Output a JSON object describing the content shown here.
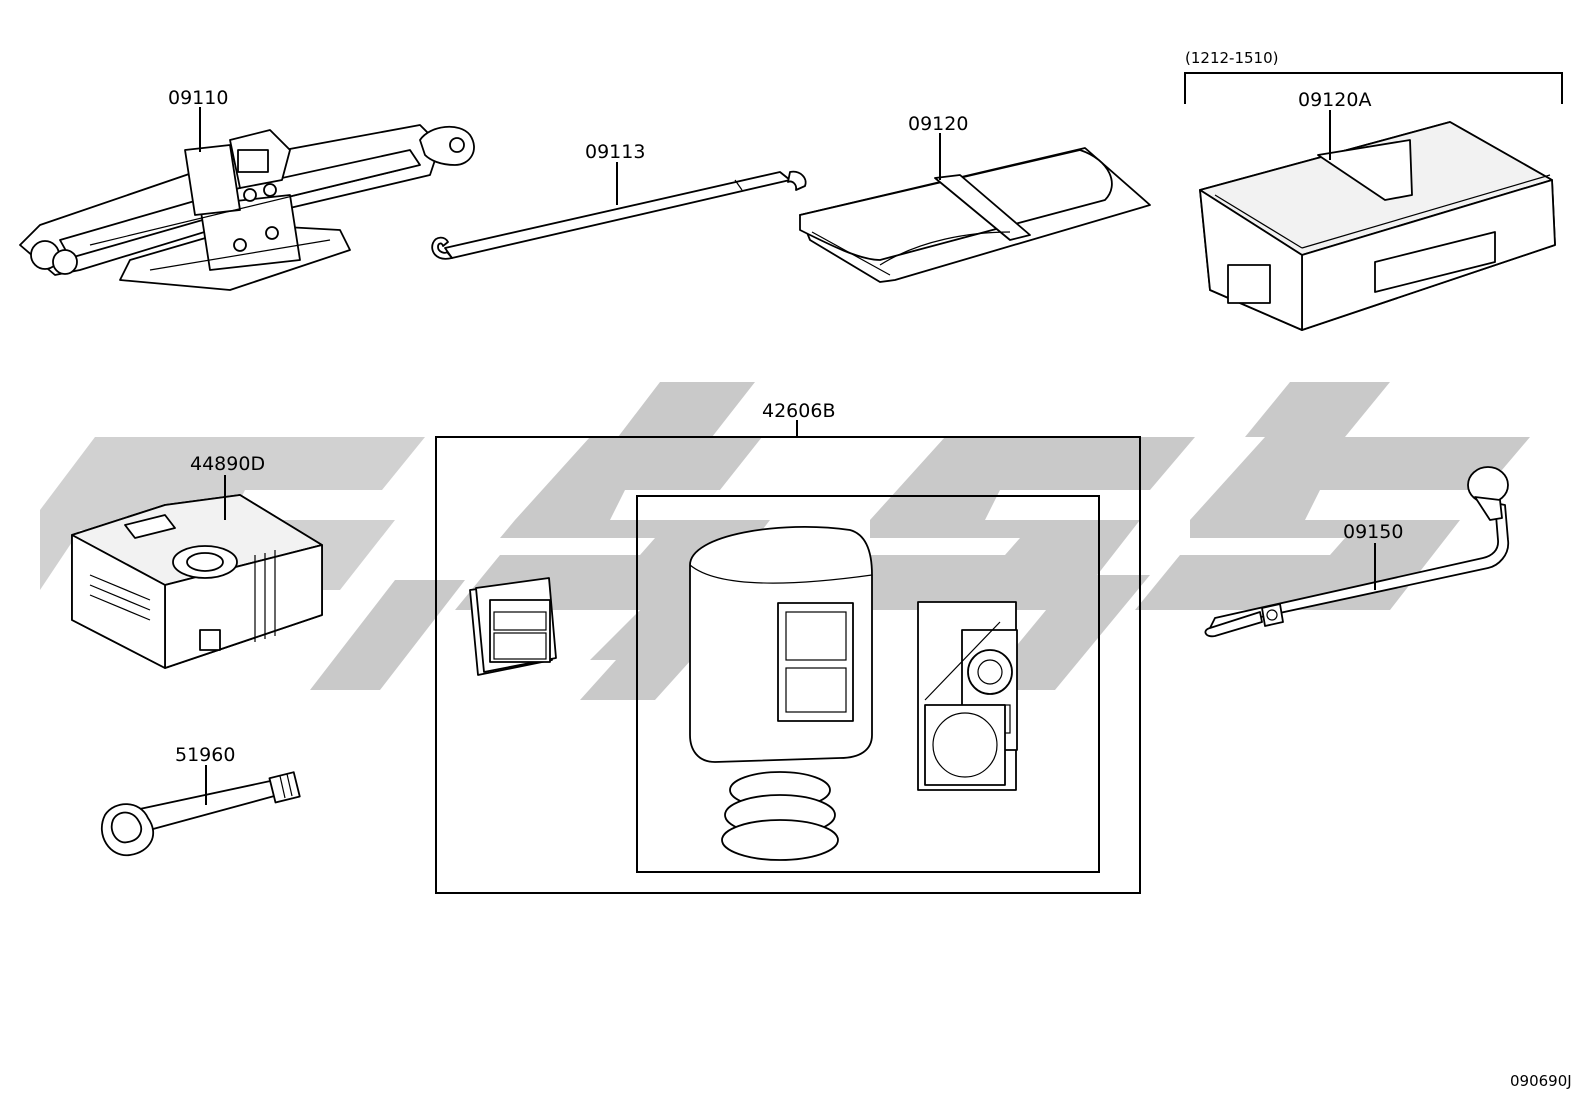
{
  "parts": [
    {
      "id": "jack",
      "number": "09110"
    },
    {
      "id": "jack-handle",
      "number": "09113"
    },
    {
      "id": "tool-bag",
      "number": "09120"
    },
    {
      "id": "tool-case",
      "number": "09120A",
      "note": "(1212-1510)"
    },
    {
      "id": "compressor",
      "number": "44890D"
    },
    {
      "id": "repair-kit",
      "number": "42606B"
    },
    {
      "id": "wheel-wrench",
      "number": "09150"
    },
    {
      "id": "tow-hook",
      "number": "51960"
    }
  ],
  "diagram_code": "090690J",
  "watermark": "GSAG"
}
